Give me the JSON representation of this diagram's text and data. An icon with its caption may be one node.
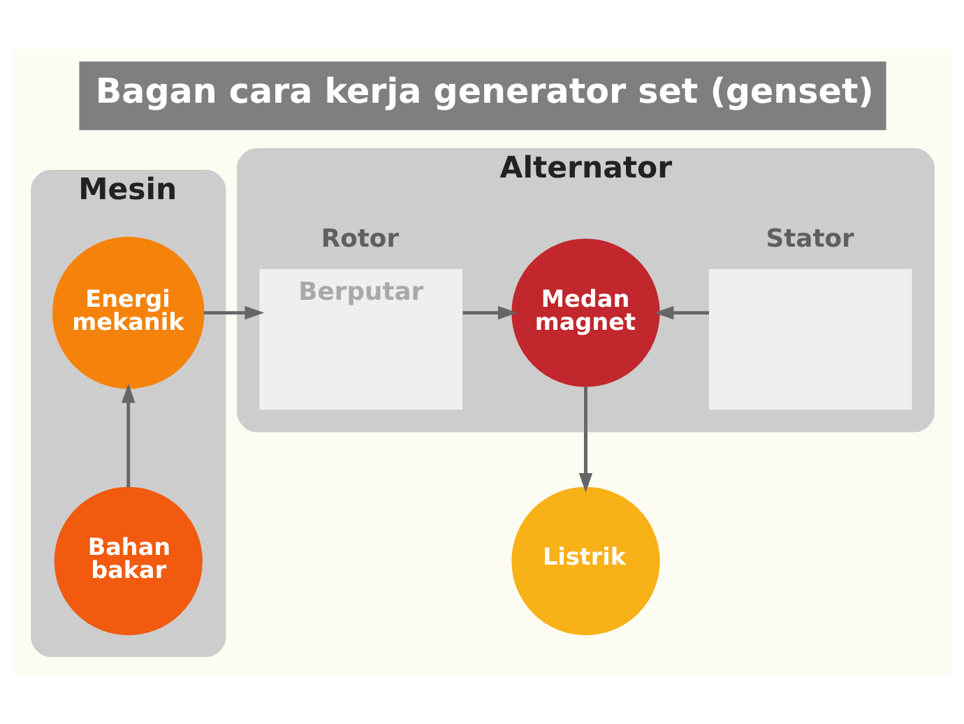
{
  "diagram": {
    "title": "Bagan cara kerja generator set (genset)",
    "nodes": [
      {
        "text": [
          "Mesin"
        ]
      },
      {
        "text": [
          "Energi mekanik"
        ],
        "in": 0
      },
      {
        "text": [
          "Bahan bakar"
        ],
        "in": 0
      },
      {
        "text": [
          "Alternator"
        ]
      },
      {
        "text": [
          "Rotor",
          "Berputar"
        ],
        "in": 3
      },
      {
        "text": [
          "Medan magnet"
        ],
        "in": 3
      },
      {
        "text": [
          "Stator"
        ],
        "in": 3
      },
      {
        "text": [
          "Listrik"
        ]
      }
    ],
    "edges": [
      {
        "from": 2,
        "to": 1,
        "arrow": "to"
      },
      {
        "from": 1,
        "to": 4,
        "arrow": "to"
      },
      {
        "from": 4,
        "to": 5,
        "arrow": "to"
      },
      {
        "from": 6,
        "to": 5,
        "arrow": "to"
      },
      {
        "from": 5,
        "to": 7,
        "arrow": "to"
      }
    ]
  }
}
